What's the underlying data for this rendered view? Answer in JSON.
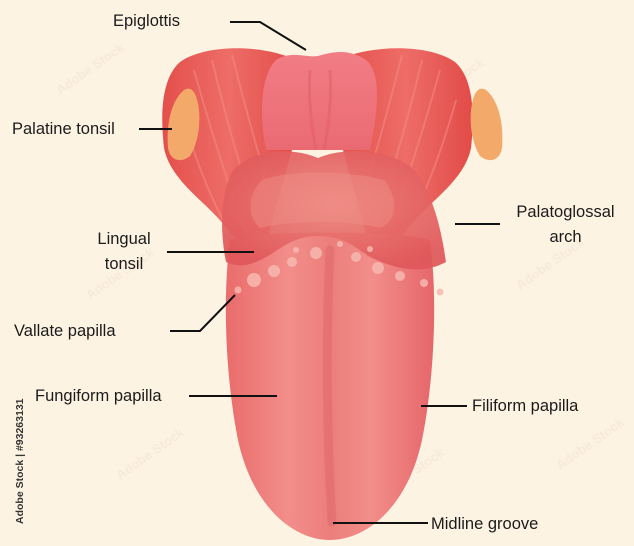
{
  "diagram": {
    "labels": {
      "epiglottis": "Epiglottis",
      "palatine_tonsil": "Palatine tonsil",
      "palatoglossal_arch_line1": "Palatoglossal",
      "palatoglossal_arch_line2": "arch",
      "lingual_tonsil_line1": "Lingual",
      "lingual_tonsil_line2": "tonsil",
      "vallate_papilla": "Vallate papilla",
      "fungiform_papilla": "Fungiform papilla",
      "filiform_papilla": "Filiform papilla",
      "midline_groove": "Midline groove"
    },
    "credit": "Adobe Stock | #93263131",
    "watermark": "Adobe Stock",
    "colors": {
      "background": "#fdf3e3",
      "tongue": "#ec7c7a",
      "tongue_light": "#f49a94",
      "arch": "#e25a55",
      "tonsil": "#f2a96a",
      "leader_line": "#111111"
    }
  }
}
